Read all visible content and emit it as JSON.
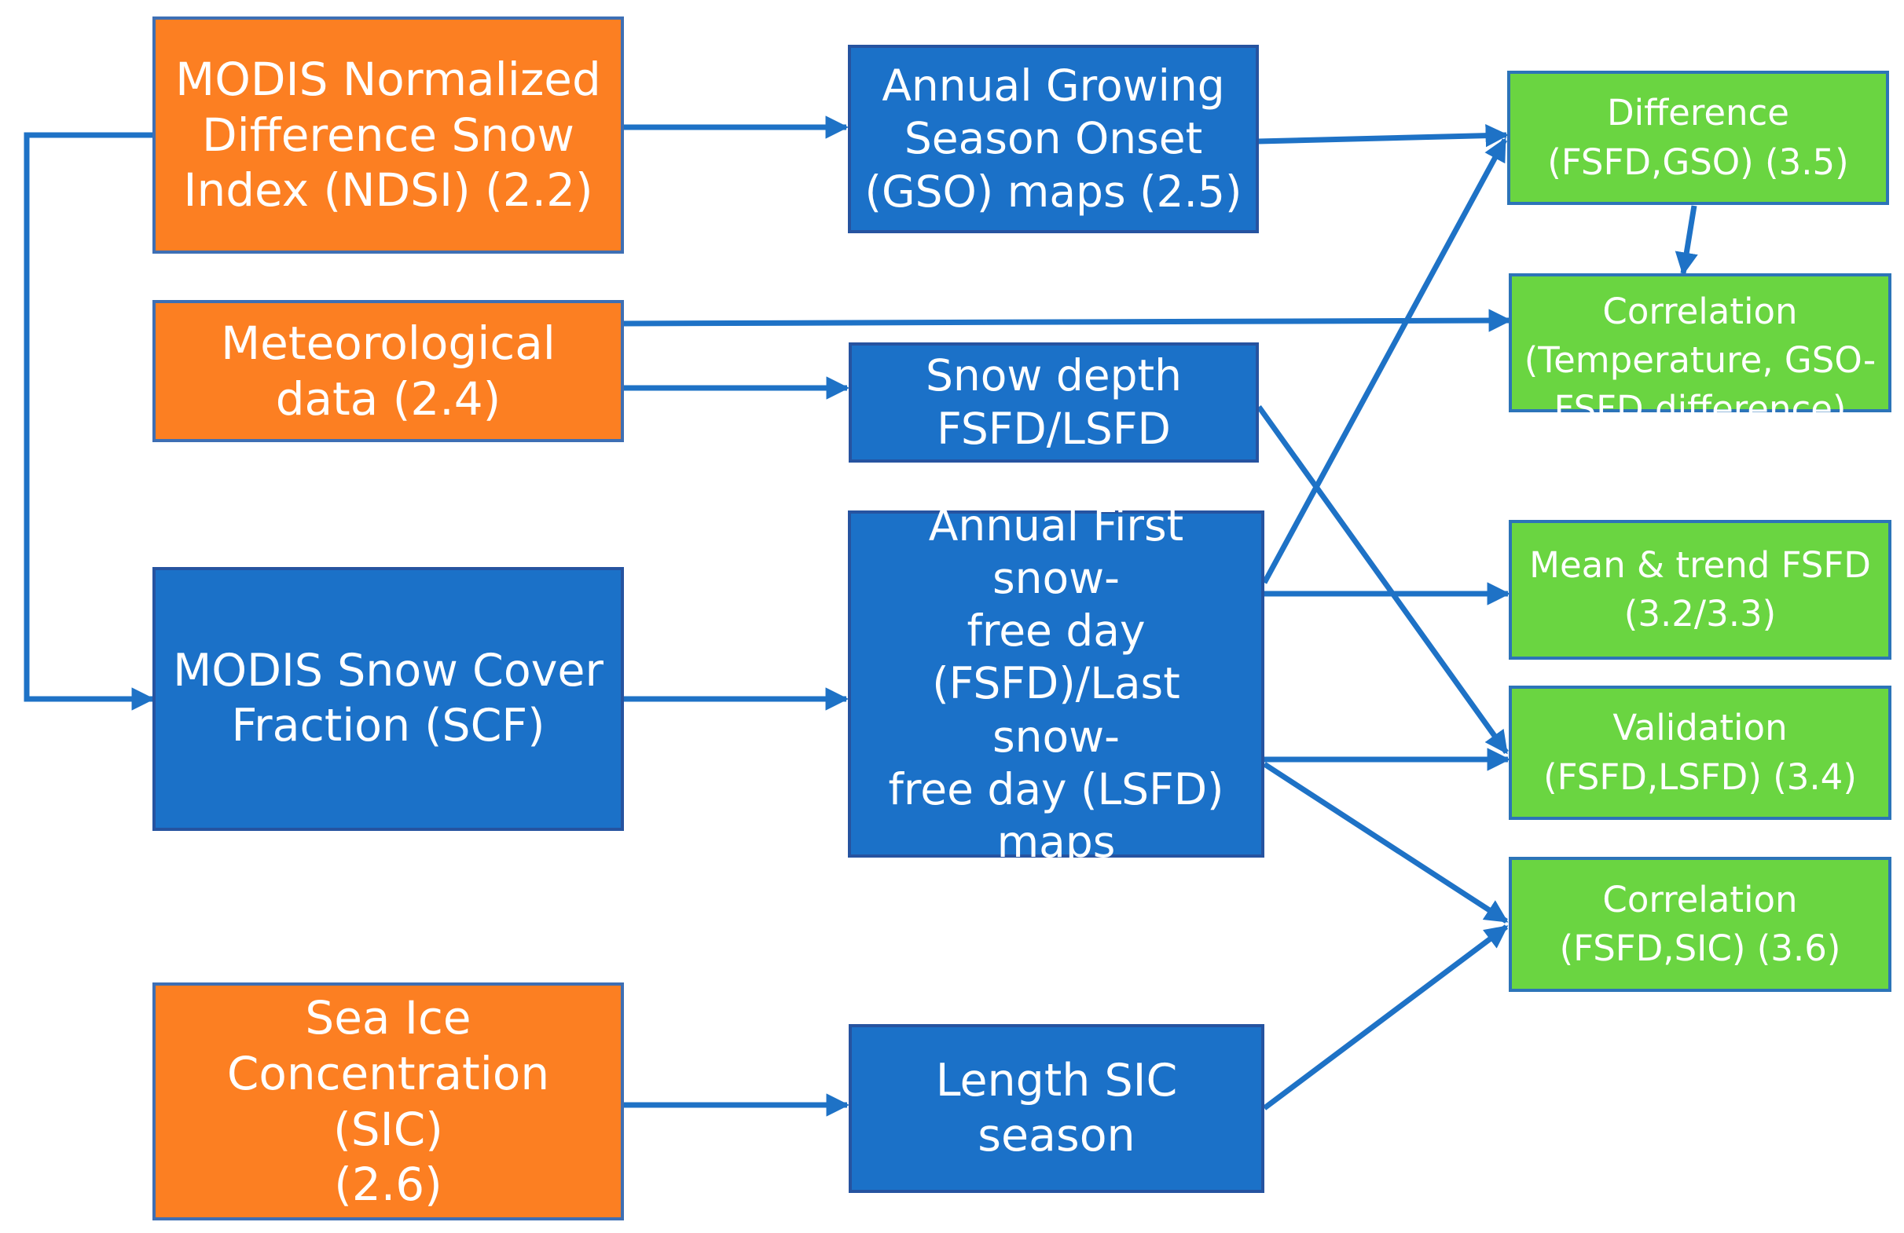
{
  "colors": {
    "input_box": "#FC7F22",
    "process_box": "#1B71C8",
    "result_box": "#6AD541",
    "arrow": "#1E72C6"
  },
  "boxes": {
    "ndsi": "MODIS Normalized\nDifference Snow\nIndex (NDSI) (2.2)",
    "meteo": "Meteorological\ndata (2.4)",
    "scf": "MODIS Snow Cover\nFraction (SCF)",
    "sic": "Sea Ice\nConcentration (SIC)\n(2.6)",
    "gso": "Annual Growing\nSeason Onset\n(GSO) maps (2.5)",
    "snow_depth": "Snow depth\nFSFD/LSFD",
    "fsfd_maps": "Annual First snow-\nfree day\n(FSFD)/Last snow-\nfree day (LSFD)\nmaps",
    "length_sic": "Length SIC\nseason",
    "difference": "Difference\n(FSFD,GSO) (3.5)",
    "corr_temp": "Correlation\n(Temperature, GSO-\nFSFD difference)",
    "mean_trend": "Mean & trend FSFD\n(3.2/3.3)",
    "validation": "Validation\n(FSFD,LSFD) (3.4)",
    "corr_sic": "Correlation\n(FSFD,SIC) (3.6)"
  }
}
